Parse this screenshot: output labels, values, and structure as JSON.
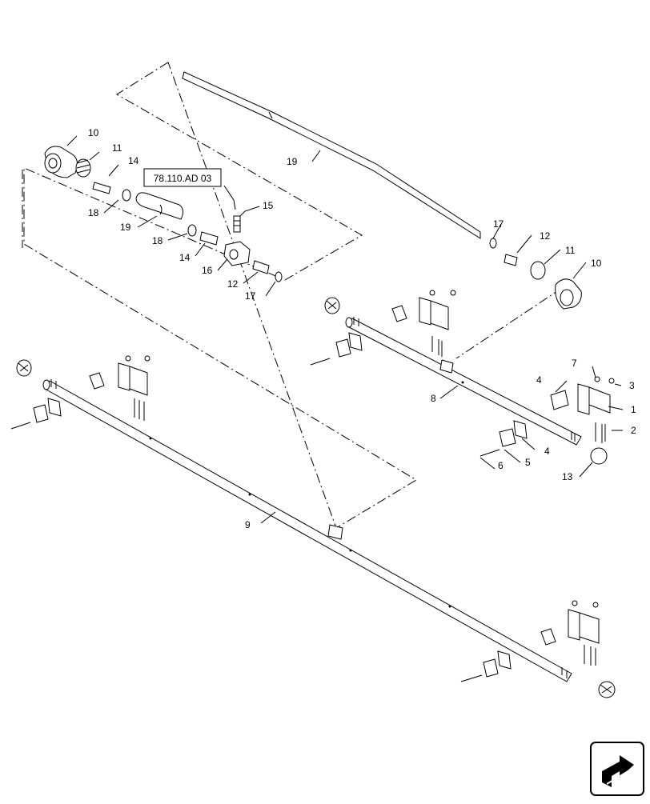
{
  "reference": {
    "label": "78.110.AD 03"
  },
  "callouts": {
    "c1": "1",
    "c2": "2",
    "c3": "3",
    "c4a": "4",
    "c4b": "4",
    "c5": "5",
    "c6": "6",
    "c7": "7",
    "c8": "8",
    "c9": "9",
    "c10a": "10",
    "c10b": "10",
    "c11a": "11",
    "c11b": "11",
    "c12a": "12",
    "c12b": "12",
    "c13": "13",
    "c14a": "14",
    "c14b": "14",
    "c15": "15",
    "c16": "16",
    "c17a": "17",
    "c17b": "17",
    "c18a": "18",
    "c18b": "18",
    "c19a": "19",
    "c19b": "19"
  },
  "icons": {
    "corner": "next-page-arrow-icon"
  }
}
